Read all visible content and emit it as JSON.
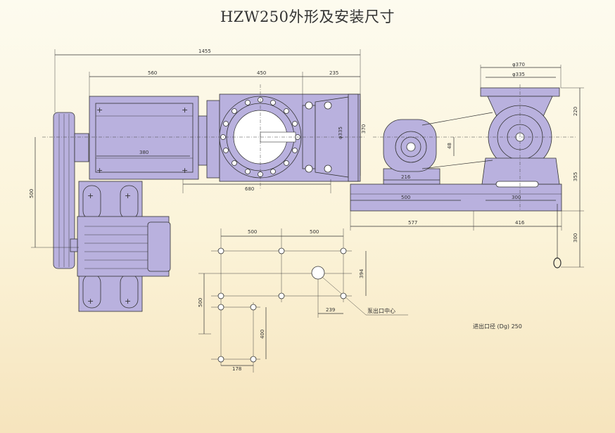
{
  "title": "HZW250外形及安装尺寸",
  "dims": {
    "total_length": "1455",
    "d560": "560",
    "d450": "450",
    "d235": "235",
    "d380": "380",
    "d680": "680",
    "d500_left": "500",
    "d370": "370",
    "phi335_front": "φ335",
    "phi370": "φ370",
    "phi335_top": "φ335",
    "d220": "220",
    "d355": "355",
    "d300_right": "300",
    "d48": "48",
    "d216": "216",
    "d500_base": "500",
    "d300_base": "300",
    "d577": "577",
    "d416": "416",
    "holes_500_a": "500",
    "holes_500_b": "500",
    "holes_394": "394",
    "holes_500_v": "500",
    "holes_400": "400",
    "holes_239": "239",
    "holes_178": "178"
  },
  "labels": {
    "pump_outlet_center": "泵出口中心",
    "inlet_outlet_diameter": "进出口径 (Dg) 250"
  }
}
